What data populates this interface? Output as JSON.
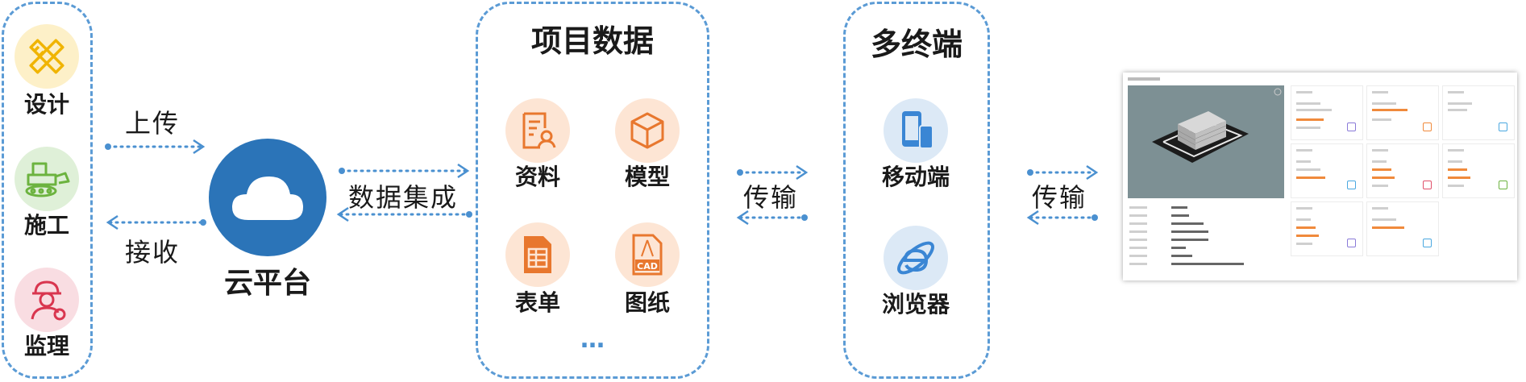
{
  "left_roles": [
    {
      "label": "设计",
      "icon": "design-ruler-pencil-icon",
      "bg": "#fdf0c8",
      "color": "#f0b400"
    },
    {
      "label": "施工",
      "icon": "construction-vehicle-icon",
      "bg": "#dff0d8",
      "color": "#6cb33f"
    },
    {
      "label": "监理",
      "icon": "supervisor-worker-icon",
      "bg": "#f9dde2",
      "color": "#d9364f"
    }
  ],
  "arrows": {
    "upload": "上传",
    "receive": "接收",
    "integration": "数据集成",
    "transfer_1": "传输",
    "transfer_2": "传输"
  },
  "cloud": {
    "label": "云平台",
    "color": "#2b74b8"
  },
  "project_data": {
    "title": "项目数据",
    "items": [
      {
        "label": "资料",
        "icon": "document-person-icon"
      },
      {
        "label": "模型",
        "icon": "cube-model-icon"
      },
      {
        "label": "表单",
        "icon": "form-sheet-icon"
      },
      {
        "label": "图纸",
        "icon": "cad-drawing-icon"
      }
    ],
    "more": "…",
    "icon_bg": "#fde5d4",
    "icon_color": "#e8772e"
  },
  "terminals": {
    "title": "多终端",
    "items": [
      {
        "label": "移动端",
        "icon": "mobile-device-icon"
      },
      {
        "label": "浏览器",
        "icon": "browser-ie-icon"
      }
    ],
    "icon_bg": "#dce9f6",
    "icon_color": "#3a86d4"
  },
  "colors": {
    "dash": "#5b9bd5",
    "arrow": "#4a90d0"
  }
}
